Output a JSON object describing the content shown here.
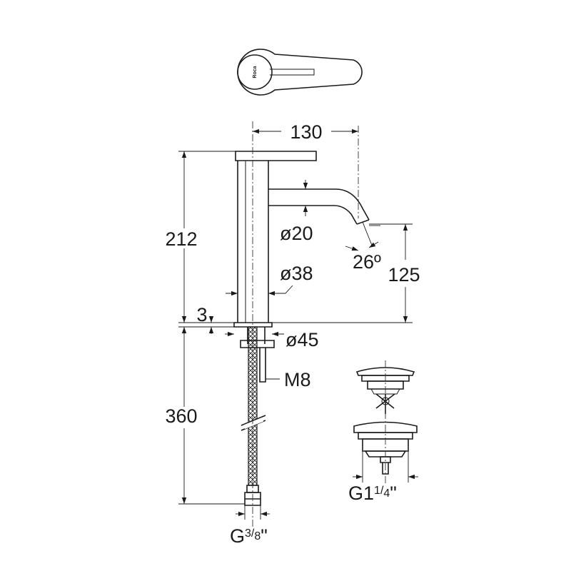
{
  "dimensions": {
    "spout_reach": "130",
    "total_height": "212",
    "spout_height": "125",
    "spout_diameter": "ø20",
    "body_diameter": "ø38",
    "base_diameter": "ø45",
    "base_thickness": "3",
    "spout_angle": "26º",
    "tail_length": "360",
    "thread": "M8",
    "hose_connection_main": "G",
    "hose_connection_num": "3",
    "hose_connection_slash": "/",
    "hose_connection_den": "8",
    "hose_connection_unit": "\"",
    "waste_connection_main": "G1",
    "waste_connection_num": "1",
    "waste_connection_slash": "/",
    "waste_connection_den": "4",
    "waste_connection_unit": "\""
  },
  "logo_text": "Roca",
  "colors": {
    "line": "#1a1a1a",
    "background": "#ffffff"
  }
}
